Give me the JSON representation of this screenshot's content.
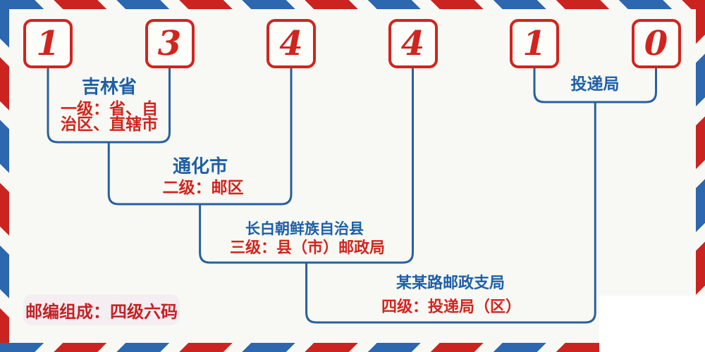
{
  "postal_code": {
    "digits": [
      "1",
      "3",
      "4",
      "4",
      "1",
      "0"
    ]
  },
  "levels": [
    {
      "name": "吉林省",
      "desc_line1": "一级：省、自",
      "desc_line2": "治区、直辖市"
    },
    {
      "name": "通化市",
      "desc": "二级：邮区"
    },
    {
      "name": "长白朝鲜族自治县",
      "desc": "三级：县（市）邮政局"
    },
    {
      "name": "某某路邮政支局",
      "desc": "四级：投递局（区）"
    }
  ],
  "delivery_office_label": "投递局",
  "footer_note": "邮编组成：四级六码",
  "colors": {
    "stripe_red": "#cb2420",
    "stripe_blue": "#2c67af",
    "digit_red": "#d2241e",
    "line_blue": "#2a5f9f",
    "name_text_blue": "#1e5fa6",
    "desc_text_red": "#d2241e",
    "footer_text_red": "#c32125",
    "footer_bg_pink": "#f4edf1",
    "background": "#f8f9f4"
  }
}
